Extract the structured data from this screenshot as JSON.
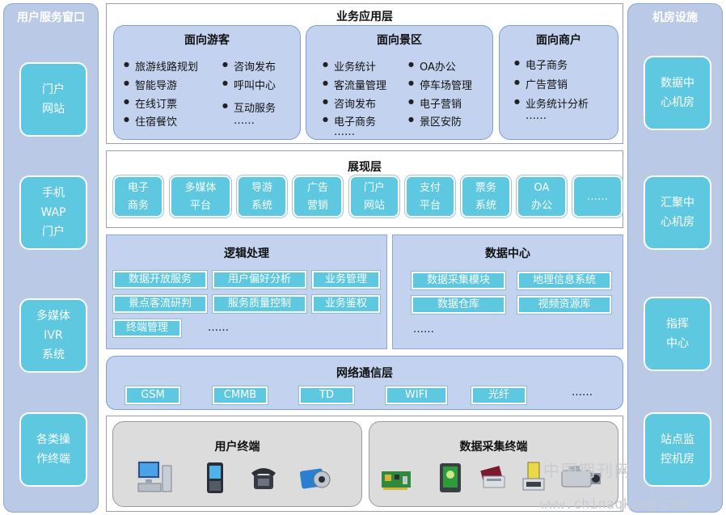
{
  "left_column": {
    "title": "用户服务窗口",
    "items": [
      "门户\n网站",
      "手机\nWAP\n门户",
      "多媒体\nIVR\n系统",
      "各类操\n作终端"
    ]
  },
  "right_column": {
    "title": "机房设施",
    "items": [
      "数据中\n心机房",
      "汇聚中\n心机房",
      "指挥\n中心",
      "站点监\n控机房"
    ]
  },
  "business_layer": {
    "title": "业务应用层",
    "tourists": {
      "title": "面向游客",
      "col1": [
        "旅游线路规划",
        "智能导游",
        "在线订票",
        "住宿餐饮"
      ],
      "col2": [
        "咨询发布",
        "呼叫中心",
        "互动服务"
      ],
      "more": "……"
    },
    "scenic": {
      "title": "面向景区",
      "col1": [
        "业务统计",
        "客流量管理",
        "咨询发布",
        "电子商务"
      ],
      "col2": [
        "OA办公",
        "停车场管理",
        "电子营销",
        "景区安防"
      ],
      "more": "……"
    },
    "merchants": {
      "title": "面向商户",
      "items": [
        "电子商务",
        "广告营销",
        "业务统计分析"
      ],
      "more": "……"
    }
  },
  "presentation_layer": {
    "title": "展现层",
    "cards": [
      "电子\n商务",
      "多媒体\n平台",
      "导游\n系统",
      "广告\n营销",
      "门户\n网站",
      "支付\n平台",
      "票务\n系统",
      "OA\n办公",
      "……"
    ]
  },
  "logic": {
    "title": "逻辑处理",
    "chips": [
      "数据开放服务",
      "用户偏好分析",
      "业务管理",
      "景点客流研判",
      "服务质量控制",
      "业务鉴权",
      "终端管理"
    ],
    "more": "……"
  },
  "data_center": {
    "title": "数据中心",
    "chips": [
      "数据采集模块",
      "地理信息系统",
      "数据仓库",
      "视频资源库"
    ],
    "more": "……"
  },
  "network_layer": {
    "title": "网络通信层",
    "chips": [
      "GSM",
      "CMMB",
      "TD",
      "WIFI",
      "光纤"
    ],
    "more": "……"
  },
  "terminals": {
    "user_title": "用户终端",
    "collect_title": "数据采集终端"
  },
  "watermark": {
    "cn": "中国期刊网",
    "url": "www.chinaqking.com"
  },
  "colors": {
    "teal": "#5ec8e0",
    "light_blue": "#c3d3ef",
    "side_blue": "#b9c9e6",
    "gray": "#dcdcdc"
  }
}
